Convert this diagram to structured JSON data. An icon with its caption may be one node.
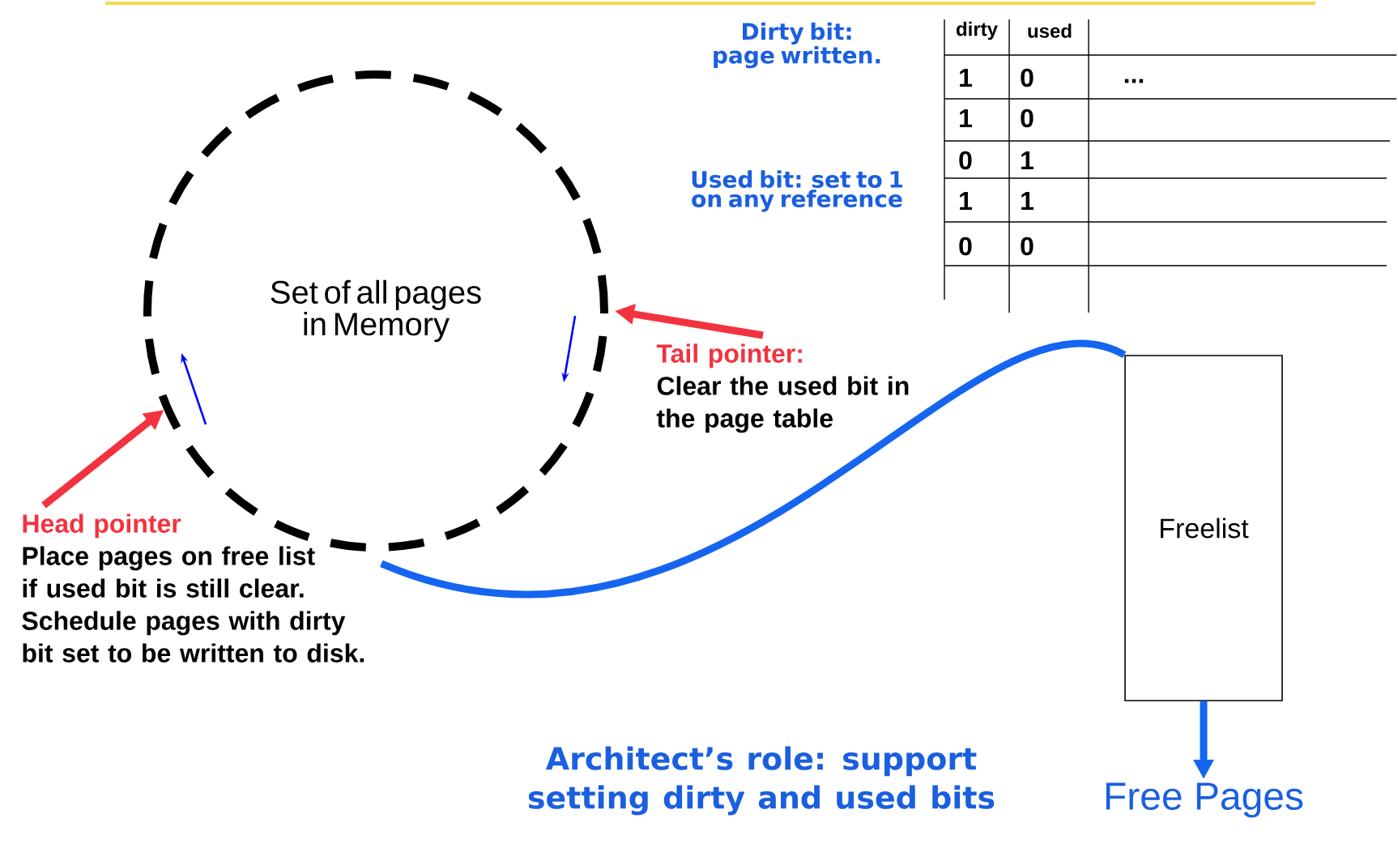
{
  "diagram": {
    "nodes": [
      {
        "text": [
          "Set of all pages in Memory"
        ]
      },
      {
        "text": [
          "Tail pointer:",
          "Clear the used bit in the page table"
        ]
      },
      {
        "text": [
          "Head pointer",
          "Place pages on free list if used bit is still clear. Schedule pages with dirty bit set to be written to disk."
        ]
      },
      {
        "text": [
          "Freelist"
        ]
      },
      {
        "text": [
          "Free Pages"
        ]
      }
    ],
    "edges": [
      {
        "from": 1,
        "to": 0,
        "arrow": "to",
        "color": "#f2333f"
      },
      {
        "from": 2,
        "to": 0,
        "arrow": "to",
        "color": "#f2333f"
      },
      {
        "from": 2,
        "to": 3,
        "arrow": "none",
        "color": "#1565f0"
      },
      {
        "from": 3,
        "to": 4,
        "arrow": "to",
        "color": "#1565f0"
      }
    ],
    "labels": [
      "Dirty bit: page written.",
      "Used bit: set to 1 on any reference",
      "dirty",
      "used",
      "1",
      "0",
      "...",
      "1",
      "0",
      "0",
      "1",
      "1",
      "1",
      "0",
      "0",
      "Architect’s role: support setting dirty and used bits"
    ]
  }
}
